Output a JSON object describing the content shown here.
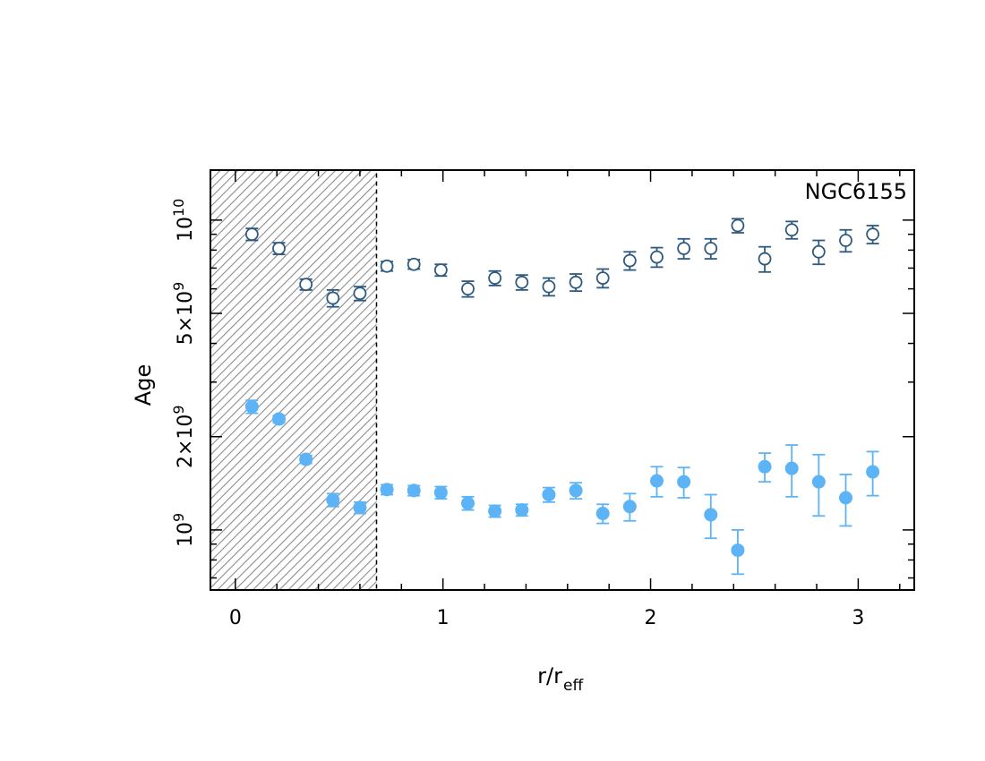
{
  "chart_data": {
    "type": "scatter",
    "title": "",
    "annotation": "NGC6155",
    "xlabel": "r/r",
    "xlabel_sub": "eff",
    "ylabel": "Age",
    "xlim": [
      -0.12,
      3.27
    ],
    "ylim": [
      640000000.0,
      14500000000.0
    ],
    "y_scale": "log",
    "grid": false,
    "shaded_region": {
      "x_min": -0.12,
      "x_max": 0.68,
      "style": "hatched"
    },
    "x_ticks": [
      {
        "value": 0,
        "label": "0"
      },
      {
        "value": 1,
        "label": "1"
      },
      {
        "value": 2,
        "label": "2"
      },
      {
        "value": 3,
        "label": "3"
      }
    ],
    "y_ticks": [
      {
        "value": 1000000000.0,
        "base": "10",
        "exp": "9"
      },
      {
        "value": 2000000000.0,
        "base": "2×10",
        "exp": "9"
      },
      {
        "value": 5000000000.0,
        "base": "5×10",
        "exp": "9"
      },
      {
        "value": 10000000000.0,
        "base": "10",
        "exp": "10"
      }
    ],
    "series": [
      {
        "marker": "open-circle",
        "color": "#2f5a80",
        "x": [
          0.08,
          0.21,
          0.34,
          0.47,
          0.6,
          0.73,
          0.86,
          0.99,
          1.12,
          1.25,
          1.38,
          1.51,
          1.64,
          1.77,
          1.9,
          2.03,
          2.16,
          2.29,
          2.42,
          2.55,
          2.68,
          2.81,
          2.94,
          3.07
        ],
        "y": [
          9000000000.0,
          8100000000.0,
          6200000000.0,
          5600000000.0,
          5800000000.0,
          7100000000.0,
          7200000000.0,
          6900000000.0,
          6000000000.0,
          6500000000.0,
          6300000000.0,
          6100000000.0,
          6300000000.0,
          6500000000.0,
          7400000000.0,
          7600000000.0,
          8100000000.0,
          8100000000.0,
          9600000000.0,
          7500000000.0,
          9300000000.0,
          7900000000.0,
          8600000000.0,
          9000000000.0
        ],
        "err": [
          400000000.0,
          350000000.0,
          250000000.0,
          350000000.0,
          300000000.0,
          250000000.0,
          250000000.0,
          300000000.0,
          350000000.0,
          350000000.0,
          350000000.0,
          400000000.0,
          400000000.0,
          450000000.0,
          500000000.0,
          550000000.0,
          600000000.0,
          600000000.0,
          500000000.0,
          700000000.0,
          600000000.0,
          700000000.0,
          700000000.0,
          600000000.0
        ]
      },
      {
        "marker": "filled-circle",
        "color": "#5cb3f5",
        "x": [
          0.08,
          0.21,
          0.34,
          0.47,
          0.6,
          0.73,
          0.86,
          0.99,
          1.12,
          1.25,
          1.38,
          1.51,
          1.64,
          1.77,
          1.9,
          2.03,
          2.16,
          2.29,
          2.42,
          2.55,
          2.68,
          2.81,
          2.94,
          3.07
        ],
        "y": [
          2500000000.0,
          2280000000.0,
          1690000000.0,
          1250000000.0,
          1180000000.0,
          1350000000.0,
          1340000000.0,
          1320000000.0,
          1220000000.0,
          1150000000.0,
          1160000000.0,
          1300000000.0,
          1340000000.0,
          1130000000.0,
          1190000000.0,
          1440000000.0,
          1430000000.0,
          1120000000.0,
          860000000.0,
          1600000000.0,
          1580000000.0,
          1430000000.0,
          1270000000.0,
          1540000000.0
        ],
        "err": [
          120000000.0,
          60000000.0,
          50000000.0,
          60000000.0,
          50000000.0,
          50000000.0,
          50000000.0,
          60000000.0,
          60000000.0,
          50000000.0,
          50000000.0,
          70000000.0,
          80000000.0,
          80000000.0,
          120000000.0,
          160000000.0,
          160000000.0,
          180000000.0,
          140000000.0,
          170000000.0,
          300000000.0,
          320000000.0,
          240000000.0,
          250000000.0
        ]
      }
    ]
  }
}
